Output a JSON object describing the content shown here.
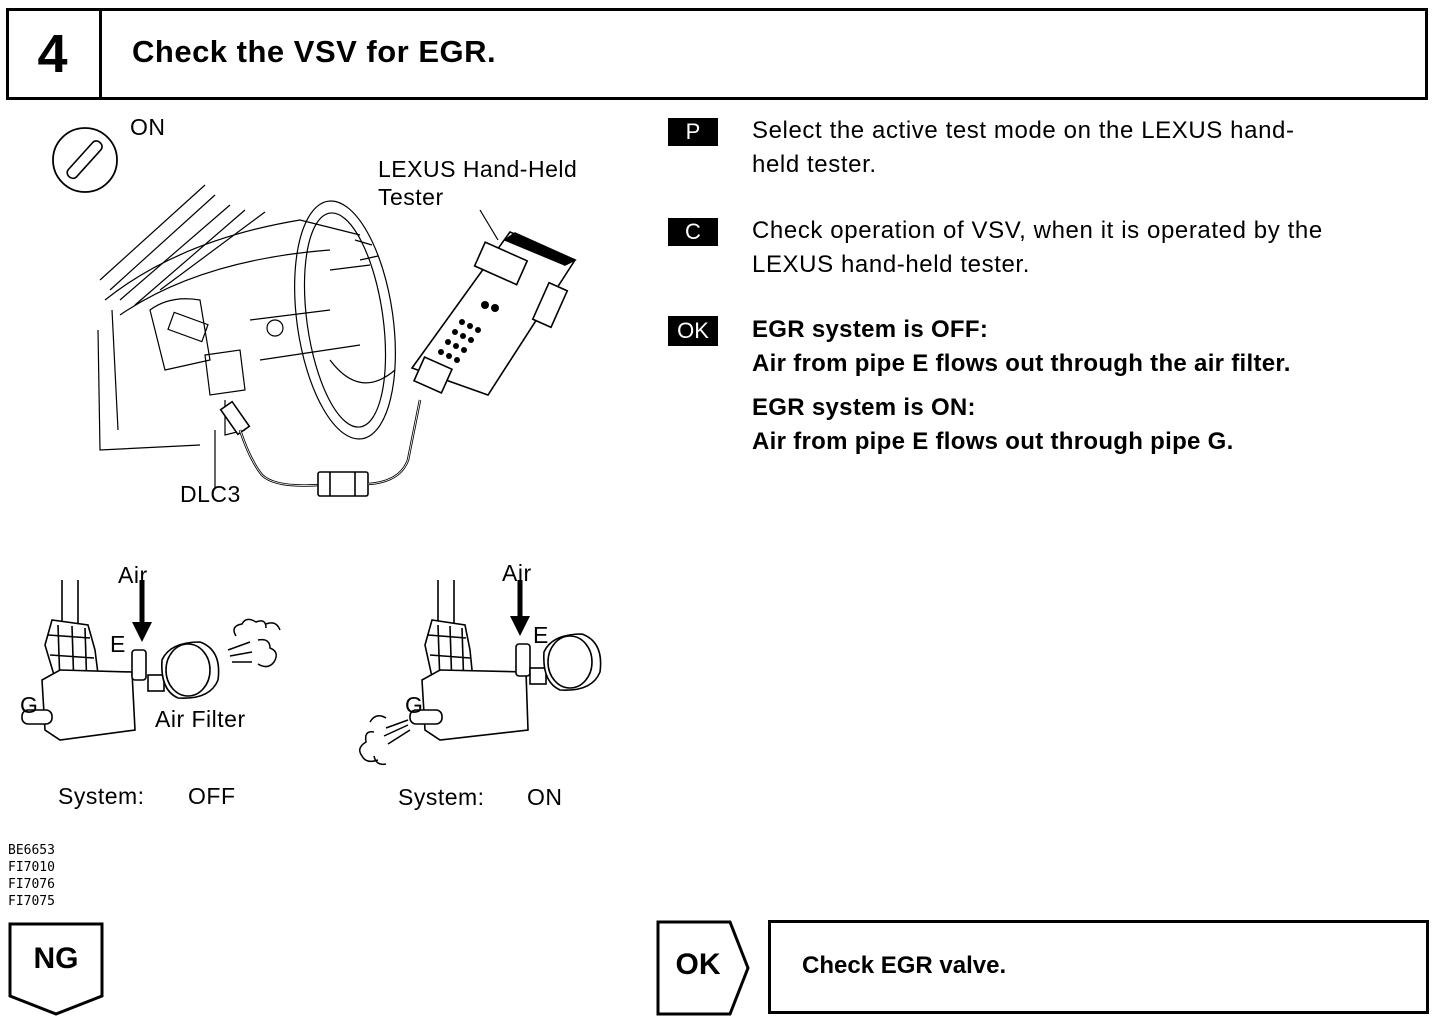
{
  "header": {
    "step_number": "4",
    "title": "Check the VSV for EGR."
  },
  "illustration": {
    "ignition_label": "ON",
    "tester_label_line1": "LEXUS Hand-Held",
    "tester_label_line2": "Tester",
    "connector_label": "DLC3",
    "valve_off": {
      "air_label": "Air",
      "port_e_label": "E",
      "port_g_label": "G",
      "filter_label": "Air Filter",
      "system_label": "System:",
      "state": "OFF"
    },
    "valve_on": {
      "air_label": "Air",
      "port_e_label": "E",
      "port_g_label": "G",
      "system_label": "System:",
      "state": "ON"
    },
    "figure_codes": [
      "BE6653",
      "FI7010",
      "FI7076",
      "FI7075"
    ]
  },
  "steps": [
    {
      "badge": "P",
      "line1": "Select the active test mode on the LEXUS hand-",
      "line2": "held tester."
    },
    {
      "badge": "C",
      "line1": "Check operation of VSV, when it is operated by the",
      "line2": "LEXUS hand-held tester."
    },
    {
      "badge": "OK",
      "line1": "EGR system is OFF:",
      "line2": "Air from pipe E flows out through the air filter.",
      "line3": "EGR system is ON:",
      "line4": "Air from pipe E flows out through pipe G."
    }
  ],
  "footer": {
    "ng_label": "NG",
    "ok_label": "OK",
    "ok_action": "Check EGR valve."
  }
}
